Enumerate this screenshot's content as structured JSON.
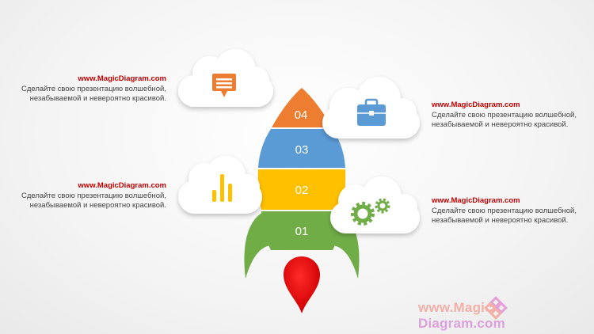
{
  "blocks": [
    {
      "url": "www.MagicDiagram.com",
      "line1": "Сделайте свою презентацию волшебной,",
      "line2": "незабываемой и невероятно красивой."
    },
    {
      "url": "www.MagicDiagram.com",
      "line1": "Сделайте свою презентацию волшебной,",
      "line2": "незабываемой и невероятно красивой."
    },
    {
      "url": "www.MagicDiagram.com",
      "line1": "Сделайте свою презентацию волшебной,",
      "line2": "незабываемой и невероятно красивой."
    },
    {
      "url": "www.MagicDiagram.com",
      "line1": "Сделайте свою презентацию волшебной,",
      "line2": "незабываемой и невероятно красивой."
    }
  ],
  "stages": [
    "04",
    "03",
    "02",
    "01"
  ],
  "colors": {
    "orange": "#ed7d31",
    "blue": "#5b9bd5",
    "yellow": "#ffc000",
    "green": "#70ad47",
    "red": "#ff0000"
  },
  "watermark": {
    "part1": "www.Magic",
    "part2": "Diagram.com"
  }
}
